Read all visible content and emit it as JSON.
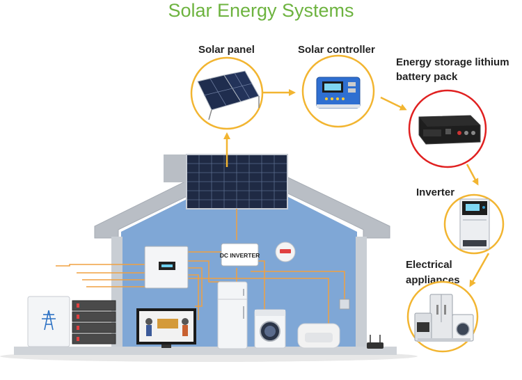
{
  "title": "Solar Energy Systems",
  "components": {
    "solar_panel": "Solar panel",
    "solar_controller": "Solar controller",
    "battery_line1": "Energy storage lithium",
    "battery_line2": "battery pack",
    "inverter": "Inverter",
    "appliances_line1": "Electrical",
    "appliances_line2": "appliances"
  },
  "house": {
    "dc_inverter_label": "DC INVERTER"
  },
  "colors": {
    "title": "#6db33f",
    "circle_border": "#f2b531",
    "battery_circle_border": "#e02020",
    "house_wall": "#7fa7d6",
    "roof": "#b9bec5",
    "wires": "#f0a040"
  },
  "icons": [
    "solar-panel-icon",
    "charge-controller-icon",
    "battery-rack-icon",
    "inverter-icon",
    "appliances-icon",
    "transmission-tower-icon",
    "fridge-icon",
    "washing-machine-icon",
    "tv-icon",
    "sofa-icon",
    "router-icon",
    "lamp-icon",
    "thermostat-icon"
  ]
}
